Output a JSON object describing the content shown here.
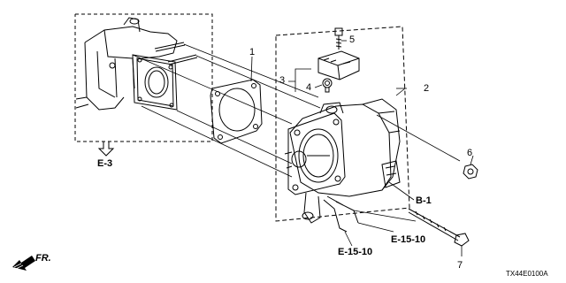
{
  "callouts": {
    "p1": "1",
    "p2": "2",
    "p3": "3",
    "p4": "4",
    "p5": "5",
    "p6": "6",
    "p7": "7"
  },
  "references": {
    "e3": "E-3",
    "b1": "B-1",
    "e1510_right": "E-15-10",
    "e1510_left": "E-15-10"
  },
  "direction_label": "FR.",
  "diagram_code": "TX44E0100A",
  "colors": {
    "line": "#000000",
    "background": "#ffffff",
    "fill": "#ffffff"
  },
  "icons": [
    "front-direction-arrow-icon",
    "outline-arrow-down-icon"
  ]
}
